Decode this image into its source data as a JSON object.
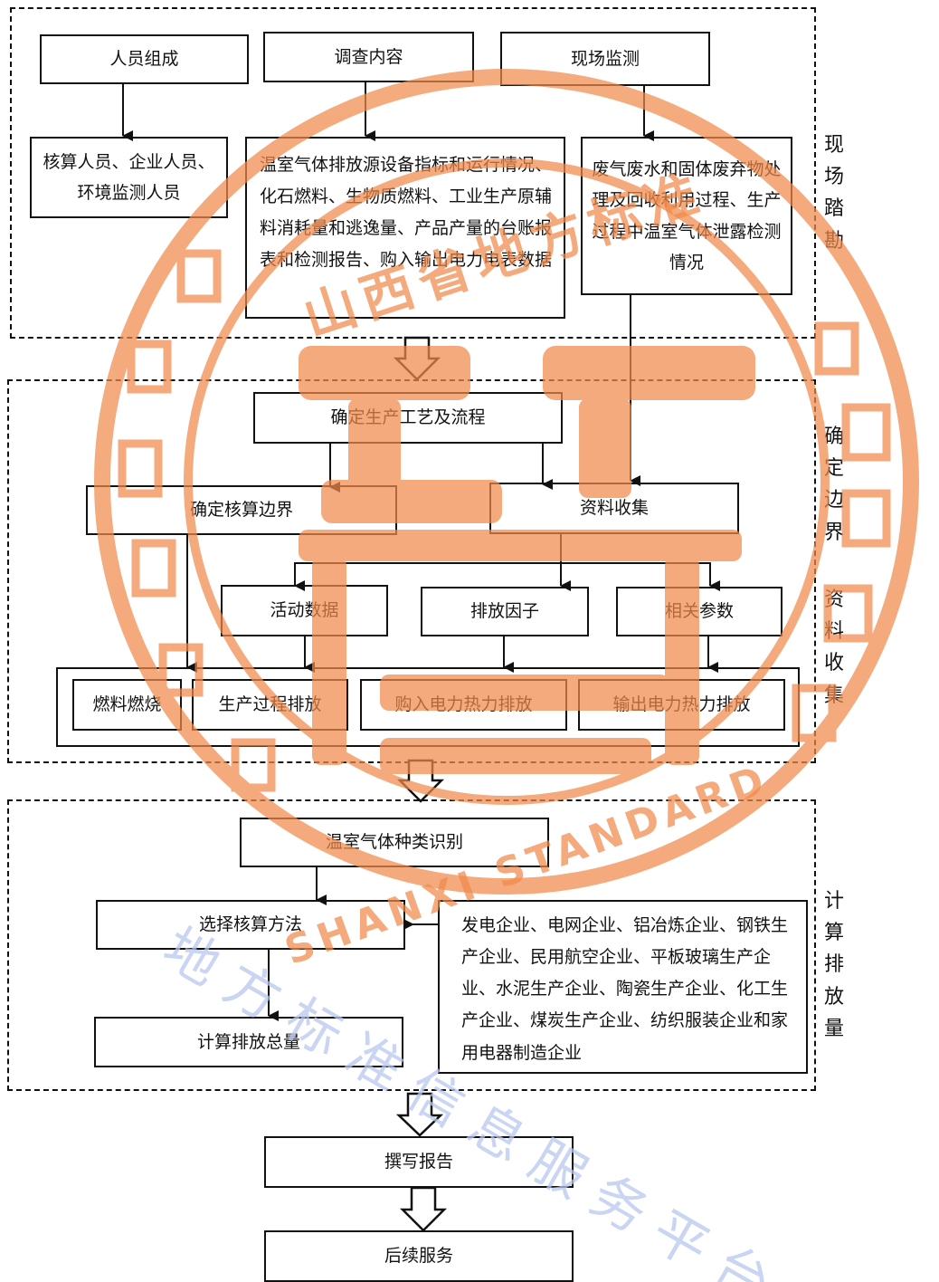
{
  "stages": {
    "survey": "现\n场\n踏\n勘",
    "boundary": "确\n定\n边\n界",
    "collect": "资\n料\n收\n集",
    "calc": "计\n算\n排\n放\n量"
  },
  "boxes": {
    "personnel": "人员组成",
    "survey_content": "调查内容",
    "onsite_monitor": "现场监测",
    "personnel_detail": "核算人员、企业人员、环境监测人员",
    "survey_detail": "温室气体排放源设备指标和运行情况、化石燃料、生物质燃料、工业生产原辅料消耗量和逃逸量、产品产量的台账报表和检测报告、购入输出电力电表数据",
    "monitor_detail": "废气废水和固体废弃物处理及回收利用过程、生产过程中温室气体泄露检测情况",
    "process": "确定生产工艺及流程",
    "boundary": "确定核算边界",
    "data_collect": "资料收集",
    "activity": "活动数据",
    "factor": "排放因子",
    "params": "相关参数",
    "fuel": "燃料燃烧",
    "production": "生产过程排放",
    "purchased": "购入电力热力排放",
    "output": "输出电力热力排放",
    "ghg_id": "温室气体种类识别",
    "method": "选择核算方法",
    "industries": "发电企业、电网企业、铝冶炼企业、钢铁生产企业、民用航空企业、平板玻璃生产企业、水泥生产企业、陶瓷生产企业、化工生产企业、煤炭生产企业、纺织服装企业和家用电器制造企业",
    "total": "计算排放总量",
    "report": "撰写报告",
    "followup": "后续服务"
  },
  "watermark": {
    "seal_top": "山西省地方标准",
    "seal_bottom": "SHANXI STANDARD",
    "platform": "地方标准信息服务平台",
    "color": "#f08a4b",
    "blue": "#b7c7ee"
  }
}
